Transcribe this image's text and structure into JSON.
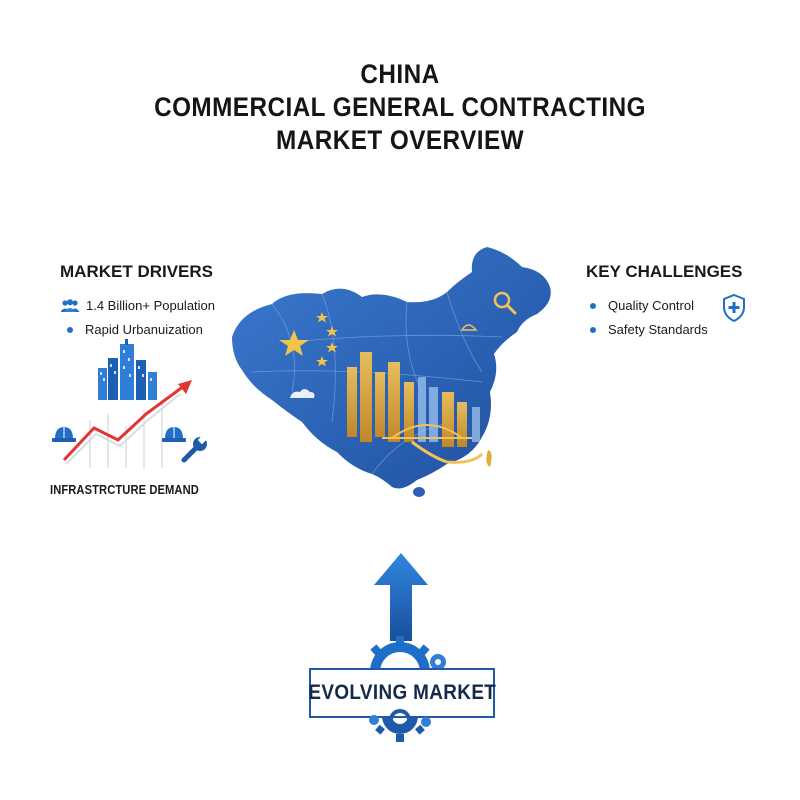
{
  "title": {
    "line1": "CHINA",
    "line2": "COMMERCIAL GENERAL CONTRACTING",
    "line3": "MARKET OVERVIEW"
  },
  "drivers": {
    "heading": "MARKET DRIVERS",
    "items": [
      "1.4 Billion+ Population",
      "Rapid Urbanuization"
    ],
    "infrastructure_label": "INFRASTRCTURE DEMAND"
  },
  "challenges": {
    "heading": "KEY CHALLENGES",
    "items": [
      "Quality Control",
      "Safety Standards"
    ]
  },
  "evolving": {
    "label": "EVOLVING MARKET"
  },
  "colors": {
    "accent_blue": "#1f6fc9",
    "map_blue": "#2a5fb5",
    "map_light": "#5b8fd6",
    "gold": "#e0a93a",
    "trend_red": "#e3342f"
  },
  "icons": [
    "people-icon",
    "city-buildings-icon",
    "trend-arrow-icon",
    "hard-hat-icon",
    "wrench-icon",
    "shield-plus-icon",
    "magnifier-icon",
    "star-icon",
    "gear-icon",
    "up-arrow-icon"
  ]
}
